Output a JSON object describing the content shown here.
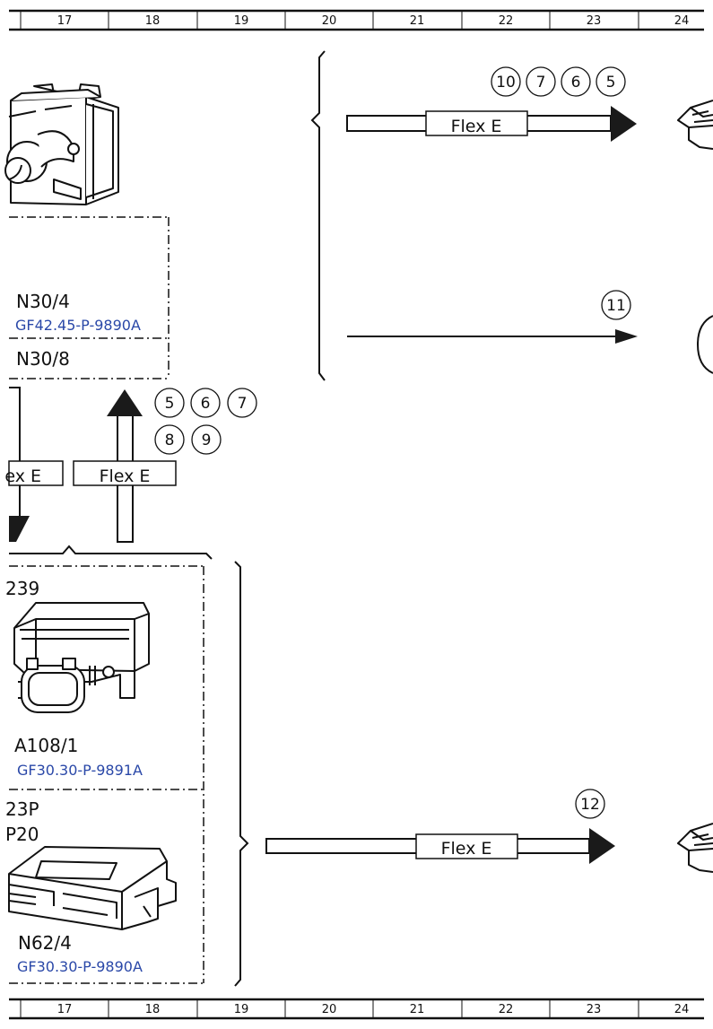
{
  "ruler": {
    "columns": [
      "17",
      "18",
      "19",
      "20",
      "21",
      "22",
      "23",
      "24"
    ]
  },
  "components": {
    "n30_4": {
      "code": "N30/4",
      "ref": "GF42.45-P-9890A"
    },
    "n30_8": {
      "code": "N30/8"
    },
    "a108_1": {
      "code": "A108/1",
      "ref": "GF30.30-P-9891A"
    },
    "n62_4": {
      "code": "N62/4",
      "ref": "GF30.30-P-9890A"
    },
    "partial_239": "239",
    "partial_23p": "23P",
    "partial_p20": "P20"
  },
  "connections": {
    "flex_label": "Flex E",
    "partial_flex_label": "ex E",
    "top_markers": [
      "10",
      "7",
      "6",
      "5"
    ],
    "mid_markers": [
      "11"
    ],
    "left_markers_row1": [
      "5",
      "6",
      "7"
    ],
    "left_markers_row2": [
      "8",
      "9"
    ],
    "bottom_markers": [
      "12"
    ]
  }
}
